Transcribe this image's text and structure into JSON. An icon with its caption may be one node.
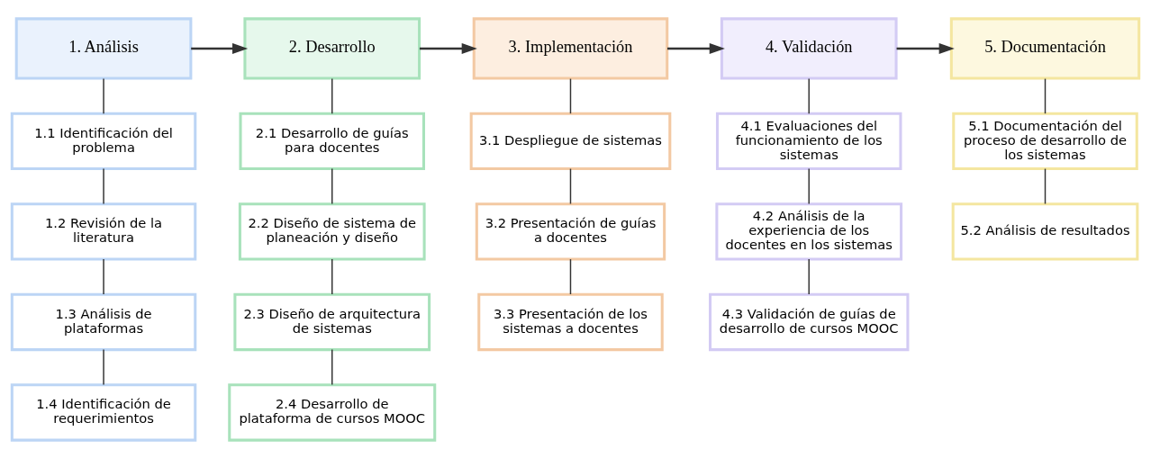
{
  "diagram": {
    "nodes": [
      {
        "text": [
          "1. Análisis"
        ]
      },
      {
        "text": [
          "2. Desarrollo"
        ]
      },
      {
        "text": [
          "3. Implementación"
        ]
      },
      {
        "text": [
          "4. Validación"
        ]
      },
      {
        "text": [
          "5. Documentación"
        ]
      },
      {
        "text": [
          "1.1 Identificación del problema"
        ]
      },
      {
        "text": [
          "1.2 Revisión de la literatura"
        ]
      },
      {
        "text": [
          "1.3 Análisis de plataformas"
        ]
      },
      {
        "text": [
          "1.4 Identificación de requerimientos"
        ]
      },
      {
        "text": [
          "2.1 Desarrollo de guías para docentes"
        ]
      },
      {
        "text": [
          "2.2 Diseño de sistema de planeación y diseño"
        ]
      },
      {
        "text": [
          "2.3 Diseño de arquitectura de sistemas"
        ]
      },
      {
        "text": [
          "2.4 Desarrollo de plataforma de cursos MOOC"
        ]
      },
      {
        "text": [
          "3.1 Despliegue de sistemas"
        ]
      },
      {
        "text": [
          "3.2 Presentación de guías a docentes"
        ]
      },
      {
        "text": [
          "3.3 Presentación de los sistemas a docentes"
        ]
      },
      {
        "text": [
          "4.1 Evaluaciones del funcionamiento de los sistemas"
        ]
      },
      {
        "text": [
          "4.2 Análisis de la experiencia de los docentes en los sistemas"
        ]
      },
      {
        "text": [
          "4.3 Validación de guías de desarrollo de cursos MOOC"
        ]
      },
      {
        "text": [
          "5.1 Documentación del proceso de desarrollo de los sistemas"
        ]
      },
      {
        "text": [
          "5.2 Análisis de resultados"
        ]
      }
    ],
    "edges": [
      {
        "from": 0,
        "to": 1,
        "arrow": "to"
      },
      {
        "from": 1,
        "to": 2,
        "arrow": "to"
      },
      {
        "from": 2,
        "to": 3,
        "arrow": "to"
      },
      {
        "from": 3,
        "to": 4,
        "arrow": "to"
      },
      {
        "from": 0,
        "to": 5,
        "arrow": "none"
      },
      {
        "from": 5,
        "to": 6,
        "arrow": "none"
      },
      {
        "from": 6,
        "to": 7,
        "arrow": "none"
      },
      {
        "from": 7,
        "to": 8,
        "arrow": "none"
      },
      {
        "from": 1,
        "to": 9,
        "arrow": "none"
      },
      {
        "from": 9,
        "to": 10,
        "arrow": "none"
      },
      {
        "from": 10,
        "to": 11,
        "arrow": "none"
      },
      {
        "from": 11,
        "to": 12,
        "arrow": "none"
      },
      {
        "from": 2,
        "to": 13,
        "arrow": "none"
      },
      {
        "from": 13,
        "to": 14,
        "arrow": "none"
      },
      {
        "from": 14,
        "to": 15,
        "arrow": "none"
      },
      {
        "from": 3,
        "to": 16,
        "arrow": "none"
      },
      {
        "from": 16,
        "to": 17,
        "arrow": "none"
      },
      {
        "from": 17,
        "to": 18,
        "arrow": "none"
      },
      {
        "from": 4,
        "to": 19,
        "arrow": "none"
      },
      {
        "from": 19,
        "to": 20,
        "arrow": "none"
      }
    ]
  }
}
